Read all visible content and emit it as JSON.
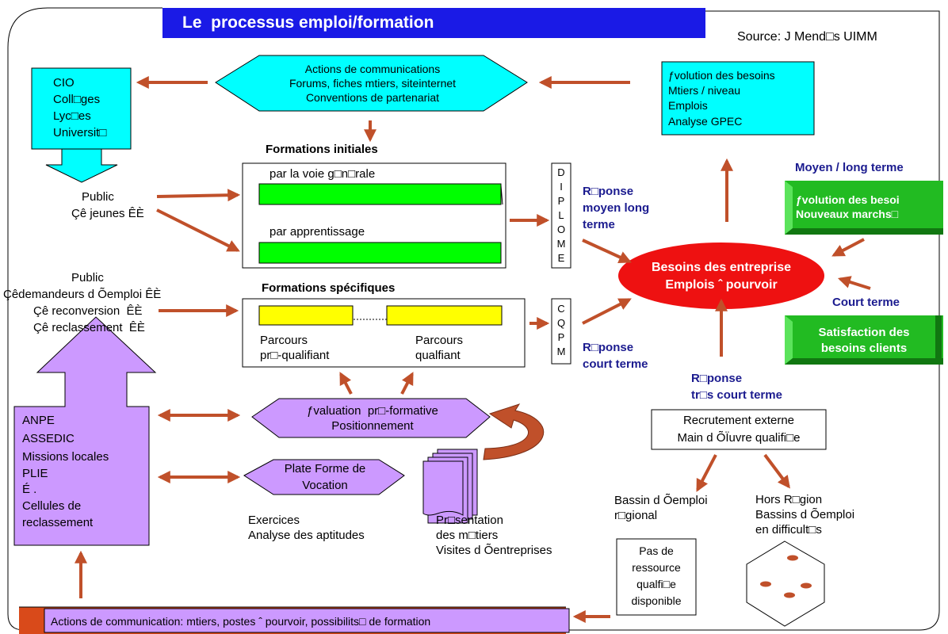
{
  "title": "Le  processus emploi/formation",
  "source": "Source: J Mend□s UIMM",
  "communication_box": [
    "Actions de communications",
    "Forums, fiches mtiers, siteinternet",
    "Conventions de partenariat"
  ],
  "cio_box": [
    "CIO",
    "Coll□ges",
    "Lyc□es",
    "Universit□"
  ],
  "evolution_box": [
    "ƒvolution des besoins",
    "Mtiers / niveau",
    "Emplois",
    "Analyse GPEC"
  ],
  "moyen_long_label": "Moyen / long terme",
  "green_box_1": [
    "ƒvolution des besoi",
    "Nouveaux marchs□"
  ],
  "green_box_2": [
    "Satisfaction des",
    "besoins clients"
  ],
  "court_terme_label": "Court terme",
  "public_jeunes": [
    "Public",
    "Çê jeunes ÊÈ"
  ],
  "formations_initiales_title": "Formations initiales",
  "voie_generale": "par la voie g□n□rale",
  "apprentissage": "par apprentissage",
  "diplome_letters": [
    "D",
    "I",
    "P",
    "L",
    "O",
    "M",
    "E"
  ],
  "reponse_moyen": [
    "R□ponse",
    "moyen long",
    "terme"
  ],
  "besoins_entreprise": [
    "Besoins des entreprise",
    "Emplois ˆ pourvoir"
  ],
  "public_demandeurs": [
    "Public",
    "Çêdemandeurs d Õemploi ÊÈ",
    "Çê reconversion  ÊÈ",
    "Çê reclassement  ÊÈ"
  ],
  "formations_specifiques_title": "Formations spécifiques",
  "parcours_pre": [
    "Parcours",
    "pr□-qualifiant"
  ],
  "parcours_qual": [
    "Parcours",
    "qualfiant"
  ],
  "cqpm_letters": [
    "C",
    "Q",
    "P",
    "M"
  ],
  "reponse_court": [
    "R□ponse",
    "court terme"
  ],
  "reponse_tres_court": [
    "R□ponse",
    "tr□s court terme"
  ],
  "recrutement_box": [
    "Recrutement externe",
    "Main d ÕÏuvre qualifi□e"
  ],
  "evaluation_box": [
    "ƒvaluation  pr□-formative",
    "Positionnement"
  ],
  "anpe_box": [
    "ANPE",
    "ASSEDIC",
    "Missions locales",
    "PLIE",
    "É .",
    "Cellules de",
    "reclassement"
  ],
  "plate_forme_box": [
    "Plate Forme de",
    "Vocation"
  ],
  "exercices": [
    "Exercices",
    "Analyse des aptitudes"
  ],
  "presentation": [
    "Pr□sentation",
    "des m□tiers",
    "Visites d Õentreprises"
  ],
  "bassin_regional": [
    "Bassin d Õemploi",
    "r□gional"
  ],
  "hors_region": [
    "Hors R□gion",
    "Bassins d Õemploi",
    "en difficult□s"
  ],
  "pas_ressource_box": [
    "Pas de",
    "ressource",
    "qualfi□e",
    "disponible"
  ],
  "bottom_banner": "Actions de communication: mtiers, postes ˆ pourvoir, possibilits□ de formation",
  "colors": {
    "title_bg": "#1a1ae6",
    "cyan": "#00ffff",
    "green_bar": "#00ff00",
    "green_box": "#22bb22",
    "yellow": "#ffff00",
    "violet": "#cc99ff",
    "red": "#ee1111",
    "arrow": "#c0502a",
    "navy": "#1b1b8f"
  }
}
